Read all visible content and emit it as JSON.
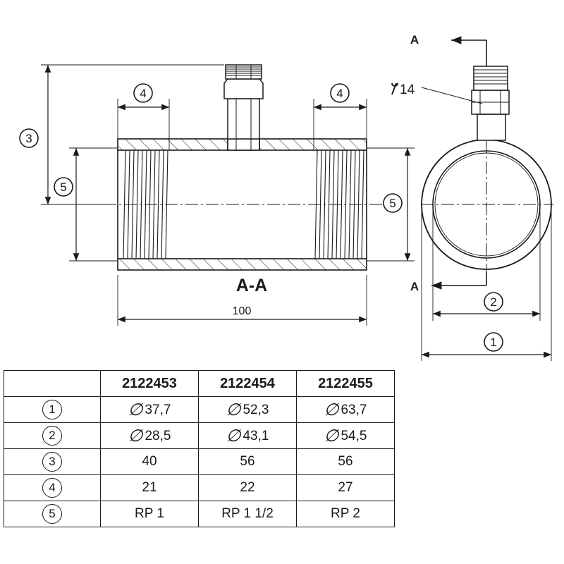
{
  "drawing": {
    "section_label": "A-A",
    "section_marker": "A",
    "length_value": "100",
    "wrench_size": "14",
    "callouts": {
      "n1": "1",
      "n2": "2",
      "n3": "3",
      "n4": "4",
      "n5": "5"
    }
  },
  "table": {
    "columns": [
      "2122453",
      "2122454",
      "2122455"
    ],
    "rows": [
      {
        "key": "1",
        "diameter": true,
        "values": [
          "37,7",
          "52,3",
          "63,7"
        ]
      },
      {
        "key": "2",
        "diameter": true,
        "values": [
          "28,5",
          "43,1",
          "54,5"
        ]
      },
      {
        "key": "3",
        "diameter": false,
        "values": [
          "40",
          "56",
          "56"
        ]
      },
      {
        "key": "4",
        "diameter": false,
        "values": [
          "21",
          "22",
          "27"
        ]
      },
      {
        "key": "5",
        "diameter": false,
        "values": [
          "RP 1",
          "RP 1 1/2",
          "RP 2"
        ]
      }
    ]
  }
}
